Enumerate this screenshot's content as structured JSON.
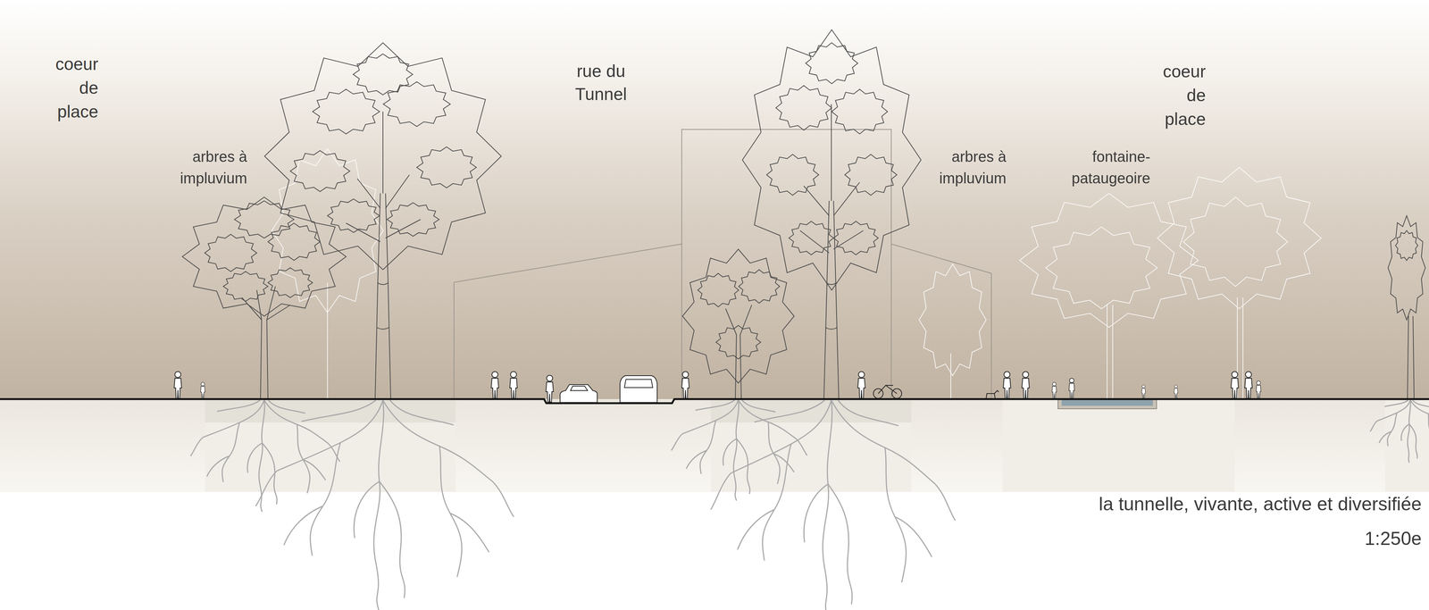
{
  "diagram": {
    "caption": "la tunnelle, vivante, active et diversifiée",
    "labels": [
      "coeur de place",
      "arbres à impluvium",
      "rue du Tunnel",
      "arbres à impluvium",
      "fontaine-pataugeoire",
      "coeur de place",
      "1:250e"
    ]
  }
}
